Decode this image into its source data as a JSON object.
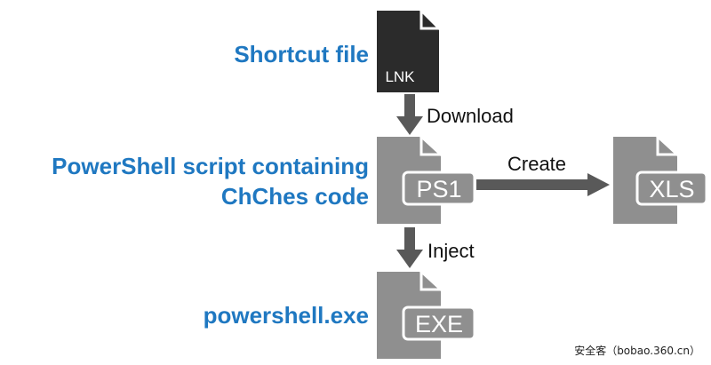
{
  "nodes": {
    "lnk": {
      "label": "Shortcut file",
      "badge": "LNK",
      "icon": "dark-file-icon",
      "color": "#2b2b2b"
    },
    "ps1": {
      "label_line1": "PowerShell script containing",
      "label_line2": "ChChes code",
      "badge": "PS1",
      "icon": "gray-file-icon",
      "color": "#8f8f8f"
    },
    "xls": {
      "badge": "XLS",
      "icon": "gray-file-icon",
      "color": "#8f8f8f"
    },
    "exe": {
      "label": "powershell.exe",
      "badge": "EXE",
      "icon": "gray-file-icon",
      "color": "#8f8f8f"
    }
  },
  "edges": {
    "download": "Download",
    "create": "Create",
    "inject": "Inject"
  },
  "colors": {
    "label": "#1f78c1",
    "arrow": "#595959"
  },
  "watermark": "安全客（bobao.360.cn）"
}
